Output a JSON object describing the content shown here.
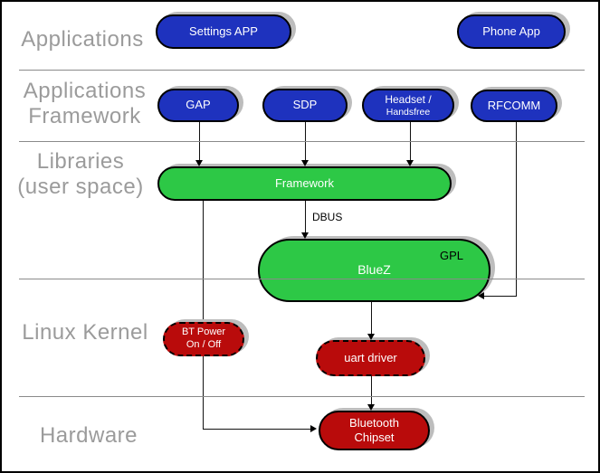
{
  "diagram": {
    "description": "Bluetooth software stack architecture diagram",
    "colors": {
      "app_blue": "#1e32be",
      "lib_green": "#2dc846",
      "kernel_red": "#b90b0b",
      "layer_label_gray": "#9b9b9b",
      "divider_gray": "#8a8a8a",
      "shadow_gray": "#bdbdbd",
      "connector_black": "#111111",
      "background": "#ffffff"
    }
  },
  "layers": {
    "applications": {
      "line1": "Applications"
    },
    "applications_framework": {
      "line1": "Applications",
      "line2": "Framework"
    },
    "libraries": {
      "line1": "Libraries",
      "line2": "(user space)"
    },
    "linux_kernel": {
      "line1": "Linux Kernel"
    },
    "hardware": {
      "line1": "Hardware"
    }
  },
  "nodes": {
    "settings_app": {
      "label": "Settings APP",
      "color": "blue",
      "layer": "applications"
    },
    "phone_app": {
      "label": "Phone App",
      "color": "blue",
      "layer": "applications"
    },
    "gap": {
      "label": "GAP",
      "color": "blue",
      "layer": "applications_framework"
    },
    "sdp": {
      "label": "SDP",
      "color": "blue",
      "layer": "applications_framework"
    },
    "headset": {
      "line1": "Headset /",
      "line2": "Handsfree",
      "color": "blue",
      "layer": "applications_framework"
    },
    "rfcomm": {
      "label": "RFCOMM",
      "color": "blue",
      "layer": "applications_framework"
    },
    "framework": {
      "label": "Framework",
      "color": "green",
      "layer": "libraries"
    },
    "bluez": {
      "label": "BlueZ",
      "badge": "GPL",
      "color": "green",
      "layer": "libraries"
    },
    "bt_power": {
      "line1": "BT Power",
      "line2": "On / Off",
      "color": "red",
      "border": "dashed",
      "layer": "linux_kernel"
    },
    "uart_driver": {
      "label": "uart driver",
      "color": "red",
      "border": "dashed",
      "layer": "linux_kernel"
    },
    "bluetooth_chipset": {
      "line1": "Bluetooth",
      "line2": "Chipset",
      "color": "red",
      "border": "solid",
      "layer": "hardware"
    }
  },
  "edges": {
    "dbus_label": "DBUS",
    "connections": [
      {
        "from": "gap",
        "to": "framework"
      },
      {
        "from": "sdp",
        "to": "framework"
      },
      {
        "from": "headset",
        "to": "framework"
      },
      {
        "from": "framework",
        "to": "bluez",
        "label": "DBUS"
      },
      {
        "from": "rfcomm",
        "to": "bluez"
      },
      {
        "from": "bluez",
        "to": "uart_driver"
      },
      {
        "from": "uart_driver",
        "to": "bluetooth_chipset"
      },
      {
        "from": "framework",
        "to": "bluetooth_chipset",
        "via": "bt_power"
      }
    ]
  }
}
